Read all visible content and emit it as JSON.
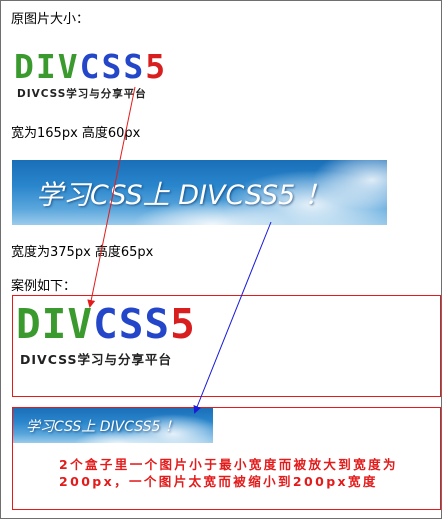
{
  "labels": {
    "original_size": "原图片大小：",
    "size1": "宽为165px 高度60px",
    "size2": "宽度为375px 高度65px",
    "example": "案例如下："
  },
  "logo": {
    "div": "DIV",
    "css": "CSS",
    "five": "5",
    "tagline": "DIVCSS学习与分享平台"
  },
  "banner": {
    "text": "学习CSS上 DIVCSS5 ！"
  },
  "note": "2个盒子里一个图片小于最小宽度而被放大到宽度为200px，一个图片太宽而被缩小到200px宽度",
  "colors": {
    "box_border": "#e31b1b",
    "arrow_red": "#e31b1b",
    "arrow_blue": "#1a1ad8"
  }
}
